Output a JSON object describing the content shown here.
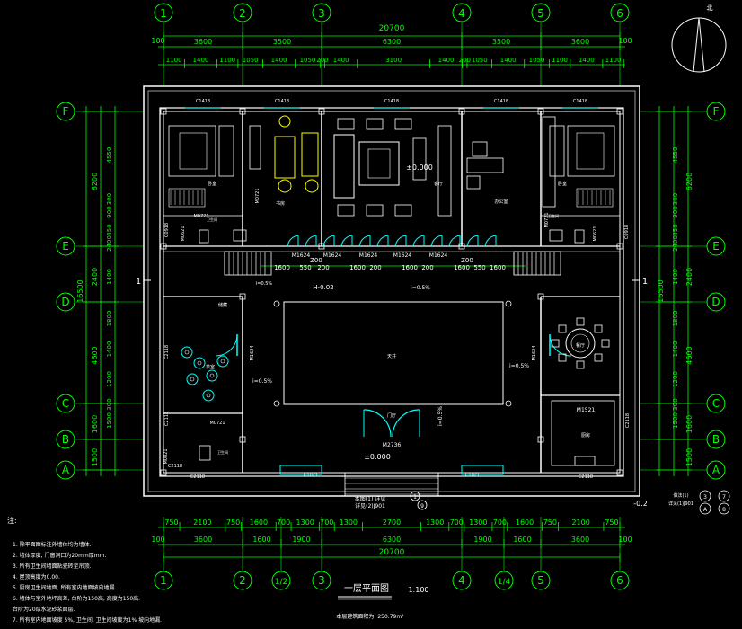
{
  "colors": {
    "background": "#000000",
    "dimension": "#00ff00",
    "wall": "#ffffff",
    "window": "#00ffff",
    "furniture": "#ffffff",
    "accent": "#ffff00",
    "text": "#ffffff"
  },
  "grid": {
    "vertical": [
      "1",
      "2",
      "3",
      "4",
      "5",
      "6"
    ],
    "vertical_bottom": [
      "1",
      "2",
      "1/2",
      "3",
      "4",
      "1/4",
      "5",
      "6"
    ],
    "horizontal": [
      "F",
      "E",
      "D",
      "C",
      "B",
      "A"
    ]
  },
  "dims": {
    "top_total": "20700",
    "top_row1": [
      "3600",
      "3500",
      "6300",
      "3500",
      "3600"
    ],
    "top_row1_edge_left": "100",
    "top_row1_edge_right": "100",
    "top_row2": [
      "1100",
      "1400",
      "1100",
      "1050",
      "1400",
      "1050",
      "200",
      "1400",
      "3100",
      "1400",
      "200",
      "1050",
      "1400",
      "1050",
      "1100",
      "1400",
      "1100"
    ],
    "bottom_row1": [
      "750",
      "2100",
      "750",
      "1600",
      "700",
      "1300",
      "700",
      "1300",
      "2700",
      "1300",
      "700",
      "1300",
      "700",
      "1600",
      "750",
      "2100",
      "750"
    ],
    "bottom_row2": [
      "3600",
      "1600",
      "1900",
      "6300",
      "1900",
      "1600",
      "3600"
    ],
    "bottom_row2_edge": "100",
    "bottom_total": "20700",
    "left_total": "16500",
    "right_total": "16500",
    "left_outer": [
      "6200",
      "2400",
      "4600",
      "1600",
      "1500"
    ],
    "left_inner": [
      "4550",
      "300",
      "900",
      "450",
      "2400",
      "1400",
      "1800",
      "1400",
      "1200",
      "300",
      "1500"
    ],
    "interior": [
      "1600",
      "550",
      "200",
      "1600",
      "200",
      "1600",
      "200",
      "1600",
      "550",
      "1600"
    ],
    "interior_z": [
      "Z00",
      "Z00"
    ]
  },
  "doors": {
    "top_windows": [
      "C1418",
      "C1418",
      "C1418",
      "C1418",
      "C1418"
    ],
    "row_doors": [
      "M1624",
      "M1624",
      "M1624",
      "M1624",
      "M1624"
    ],
    "m0721": "M0721",
    "m0821": "M0821",
    "m1521": "M1521",
    "m2736": "M2736",
    "c2118": "C2118",
    "c1821": "C1821"
  },
  "labels": {
    "level_main": "±0.000",
    "level_court": "H-0.02",
    "level_door": "±0.000",
    "level_outside": "-0.2",
    "slope1": "i=0.5%",
    "slope2": "i=0.5%",
    "slope3": "i=0.5%",
    "slope4": "i=0.5%",
    "slope5": "i=0.5%",
    "callout_1": "1",
    "callout_9": "9",
    "callout_3": "3",
    "callout_7": "7",
    "callout_A": "A",
    "callout_8": "8",
    "note_header": "注:",
    "notes": [
      "1. 除平面图标注外墙体均为墙体.",
      "2. 墙体厚度, 门窗洞口为20mm厚mm.",
      "3. 所有卫生间墙面贴瓷砖至吊顶.",
      "4. 屋顶高度为0.00.",
      "5. 厨房卫生间地面, 所有室内地面坡向地漏.",
      "6. 墙体与室外地坪高差, 台阶为150高, 高度为150高.",
      "   台阶为20厚水泥砂浆面层.",
      "7. 所有室内地面坡度 5%, 卫生间, 卫生间坡度为1% 坡向地漏."
    ],
    "title": "一层平面图",
    "scale": "1:100",
    "area": "本层建筑面积为: 250.79m²",
    "north": "北",
    "detail_ref": "本图(1) 详见",
    "detail_ref2": "详见(2)J901",
    "detail_ref3": "做法(1)",
    "detail_ref4": "详见(1)J901"
  }
}
